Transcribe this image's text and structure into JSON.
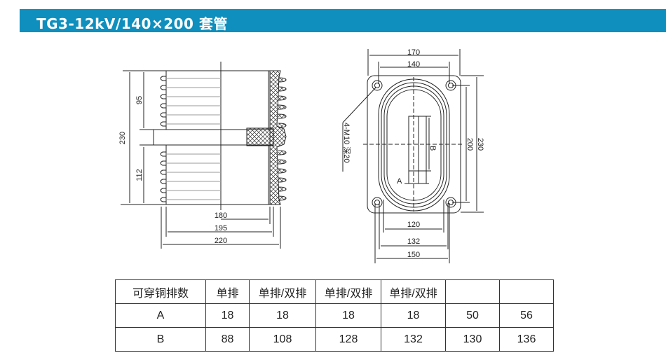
{
  "title": "TG3-12kV/140×200 套管",
  "side_view": {
    "dims": {
      "d230": "230",
      "d95": "95",
      "d112": "112",
      "d180": "180",
      "d195": "195",
      "d220": "220"
    }
  },
  "top_view": {
    "dims": {
      "d170": "170",
      "d140": "140",
      "d200": "200",
      "d230": "230",
      "d120": "120",
      "d132": "132",
      "d150": "150"
    },
    "hole_label": "4-M10 深20",
    "label_a": "A",
    "label_b": "B"
  },
  "table": {
    "header": [
      "可穿铜排数",
      "单排",
      "单排/双排",
      "单排/双排",
      "单排/双排",
      "",
      ""
    ],
    "rows": [
      {
        "label": "A",
        "values": [
          "18",
          "18",
          "18",
          "18",
          "50",
          "56"
        ]
      },
      {
        "label": "B",
        "values": [
          "88",
          "108",
          "128",
          "132",
          "130",
          "136"
        ]
      }
    ]
  },
  "colors": {
    "banner": "#0e8fbd"
  }
}
